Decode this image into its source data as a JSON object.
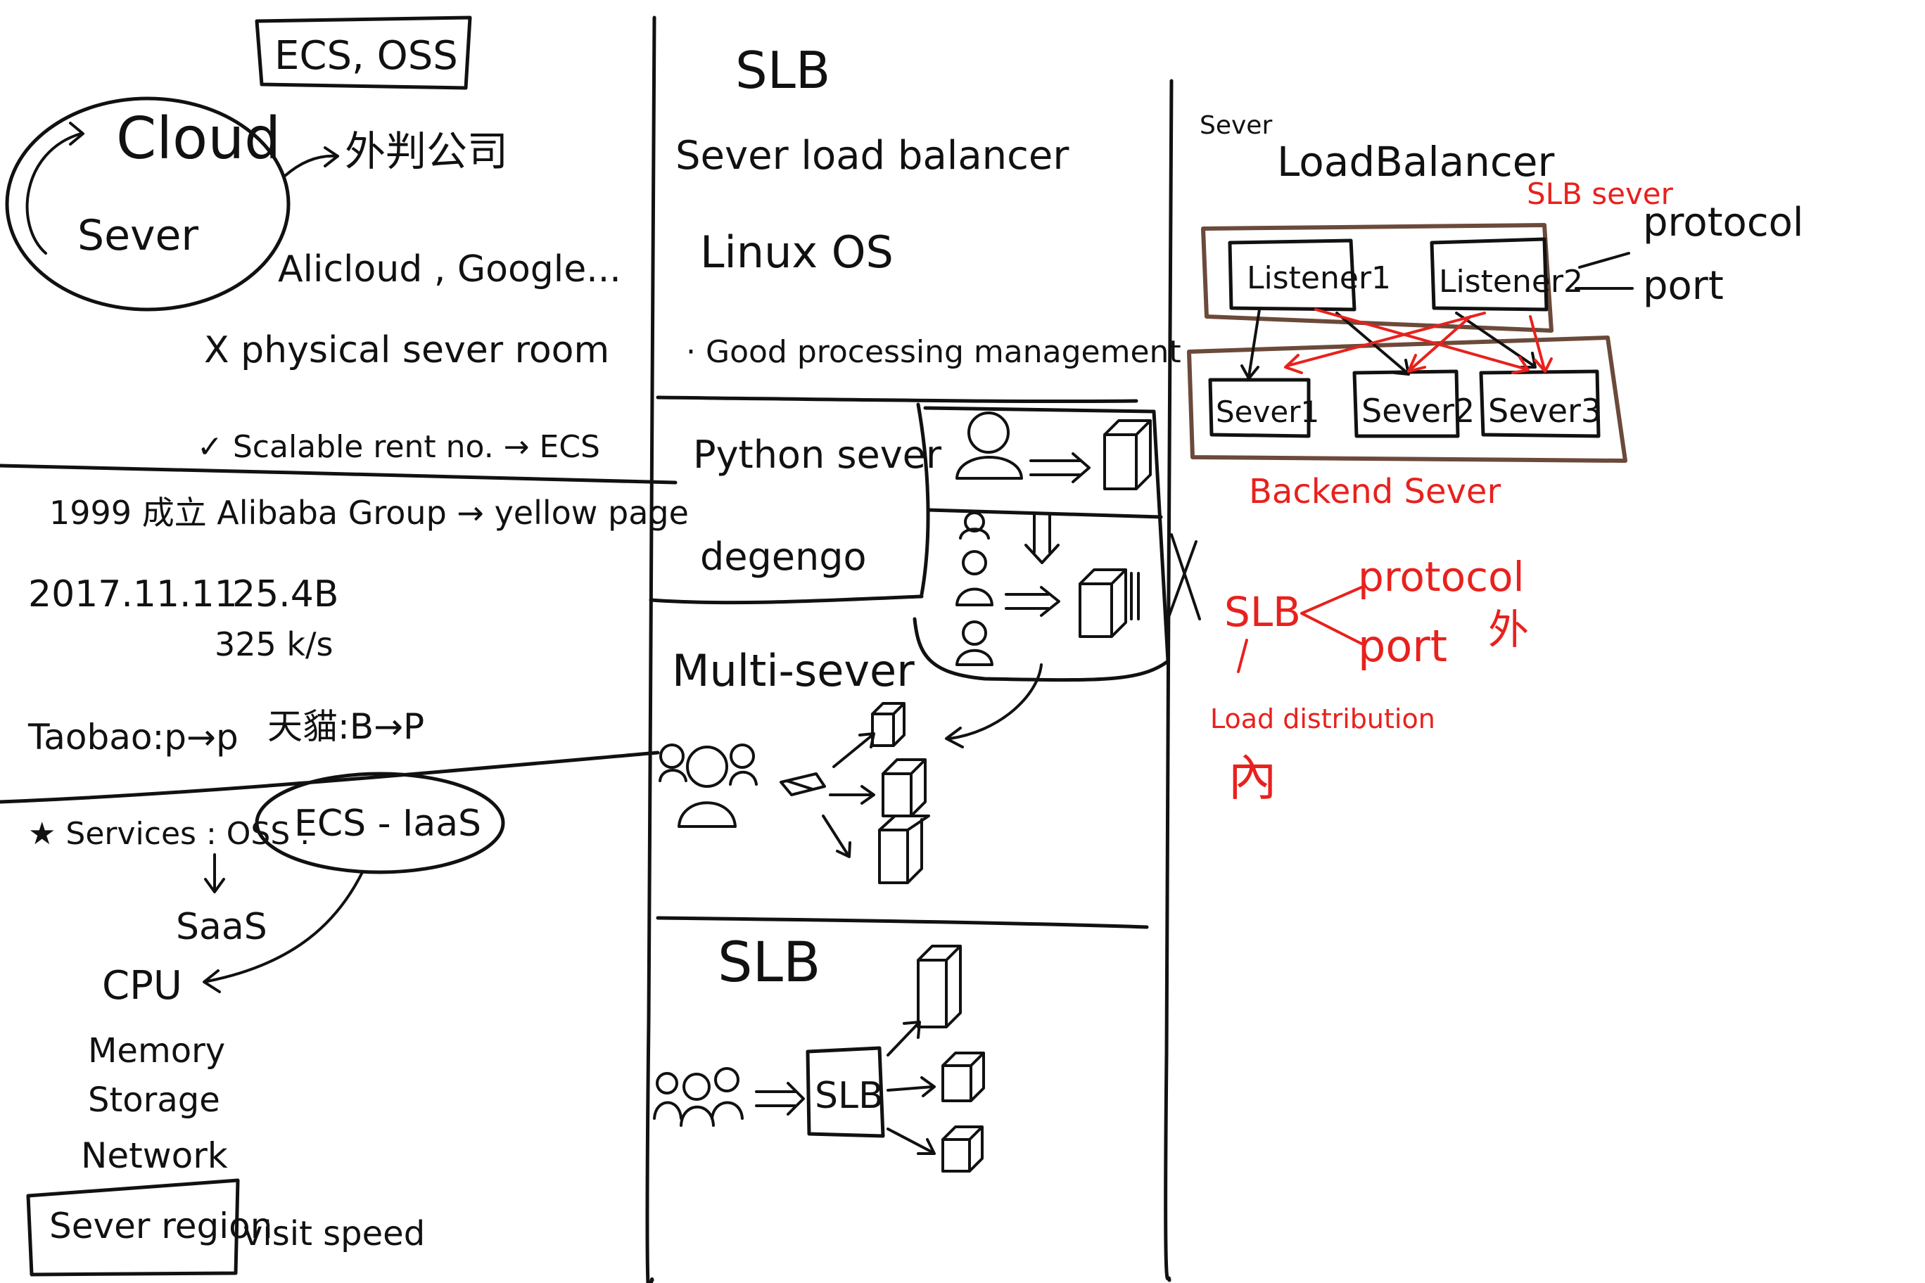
{
  "colors": {
    "ink": "#111111",
    "red_ink": "#e8211d",
    "box_brown": "#6b4a3a",
    "background": "#ffffff"
  },
  "left": {
    "ecs_oss_box": "ECS, OSS",
    "cloud_line1": "Cloud",
    "cloud_line2": "Sever",
    "outsource": "外判公司",
    "providers": "Alicloud , Google...",
    "physical": "X physical sever room",
    "scalable": "✓ Scalable rent no. → ECS",
    "alibaba": "1999 成立 Alibaba Group → yellow page",
    "date": "2017.11.11",
    "amount": "25.4B",
    "rate": "325 k/s",
    "taobao": "Taobao:p→p",
    "tmall": "天貓:B→P",
    "services": "★ Services : OSS .",
    "ecs_iaas": "ECS - IaaS",
    "saas": "SaaS",
    "resources": [
      "CPU",
      "Memory",
      "Storage",
      "Network"
    ],
    "region": "Sever region",
    "visit": "visit speed"
  },
  "middle": {
    "title": "SLB",
    "subtitle": "Sever load balancer",
    "linux": "Linux OS",
    "good": "· Good processing management",
    "python": "Python sever",
    "django": "degengo",
    "multi": "Multi-sever",
    "slb2": "SLB",
    "slb_box": "SLB"
  },
  "right": {
    "sever_small": "Sever",
    "load_balancer": "LoadBalancer",
    "slb_server": "SLB sever",
    "protocol": "protocol",
    "port": "port",
    "listener1": "Listener1",
    "listener2": "Listener2",
    "servers": [
      "Sever1",
      "Sever2",
      "Sever3"
    ],
    "backend": "Backend Sever",
    "slb_red": "SLB",
    "protocol_red": "protocol",
    "port_red": "port",
    "red_char": "外",
    "load_dist": "Load distribution",
    "red_bottom": "內"
  },
  "icons": [
    "person-icon",
    "server-icon",
    "arrow-icon",
    "crowd-icon"
  ]
}
